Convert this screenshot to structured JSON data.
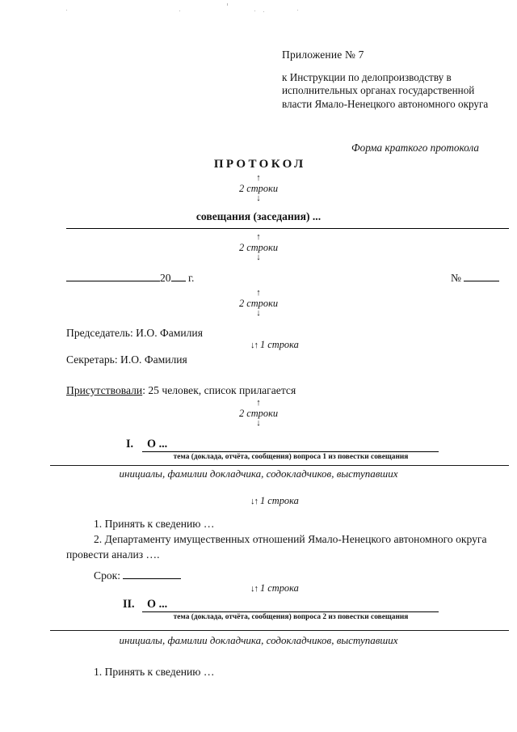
{
  "document": {
    "appendix": "Приложение № 7",
    "instruction_lines": "к Инструкции по делопроизводству в исполнительных органах государственной власти Ямало-Ненецкого автономного округа",
    "form_label": "Форма краткого протокола",
    "title": "ПРОТОКОЛ",
    "subtitle": "совещания (заседания) ...",
    "date_year": "20",
    "date_suffix": "г.",
    "number_symbol": "№",
    "chairman": "Председатель: И.О. Фамилия",
    "secretary": "Секретарь: И.О. Фамилия",
    "attendees_label": "Присутствовали",
    "attendees_rest": ": 25 человек, список прилагается"
  },
  "markers": {
    "two_lines": "2 строки",
    "one_line": "1 строка",
    "arrow_up": "↑",
    "arrow_down": "↓",
    "arrow_pair": "↓↑"
  },
  "sections": [
    {
      "number": "I.",
      "subject": "О ...",
      "caption": "тема (доклада, отчёта, сообщения) вопроса 1 из повестки совещания",
      "speakers": "инициалы, фамилии докладчика, содокладчиков, выступавших",
      "items": [
        "1. Принять к сведению …",
        "2. Департаменту имущественных отношений Ямало-Ненецкого автономного округа провести анализ ….",
        "Срок:"
      ]
    },
    {
      "number": "II.",
      "subject": "О ...",
      "caption": "тема (доклада, отчёта, сообщения) вопроса 2  из повестки совещания",
      "speakers": "инициалы, фамилии докладчика,  содокладчиков, выступавших",
      "items": [
        "1. Принять к сведению …"
      ]
    }
  ],
  "colors": {
    "ink": "#141414",
    "rule": "#000000",
    "paper": "#ffffff"
  }
}
